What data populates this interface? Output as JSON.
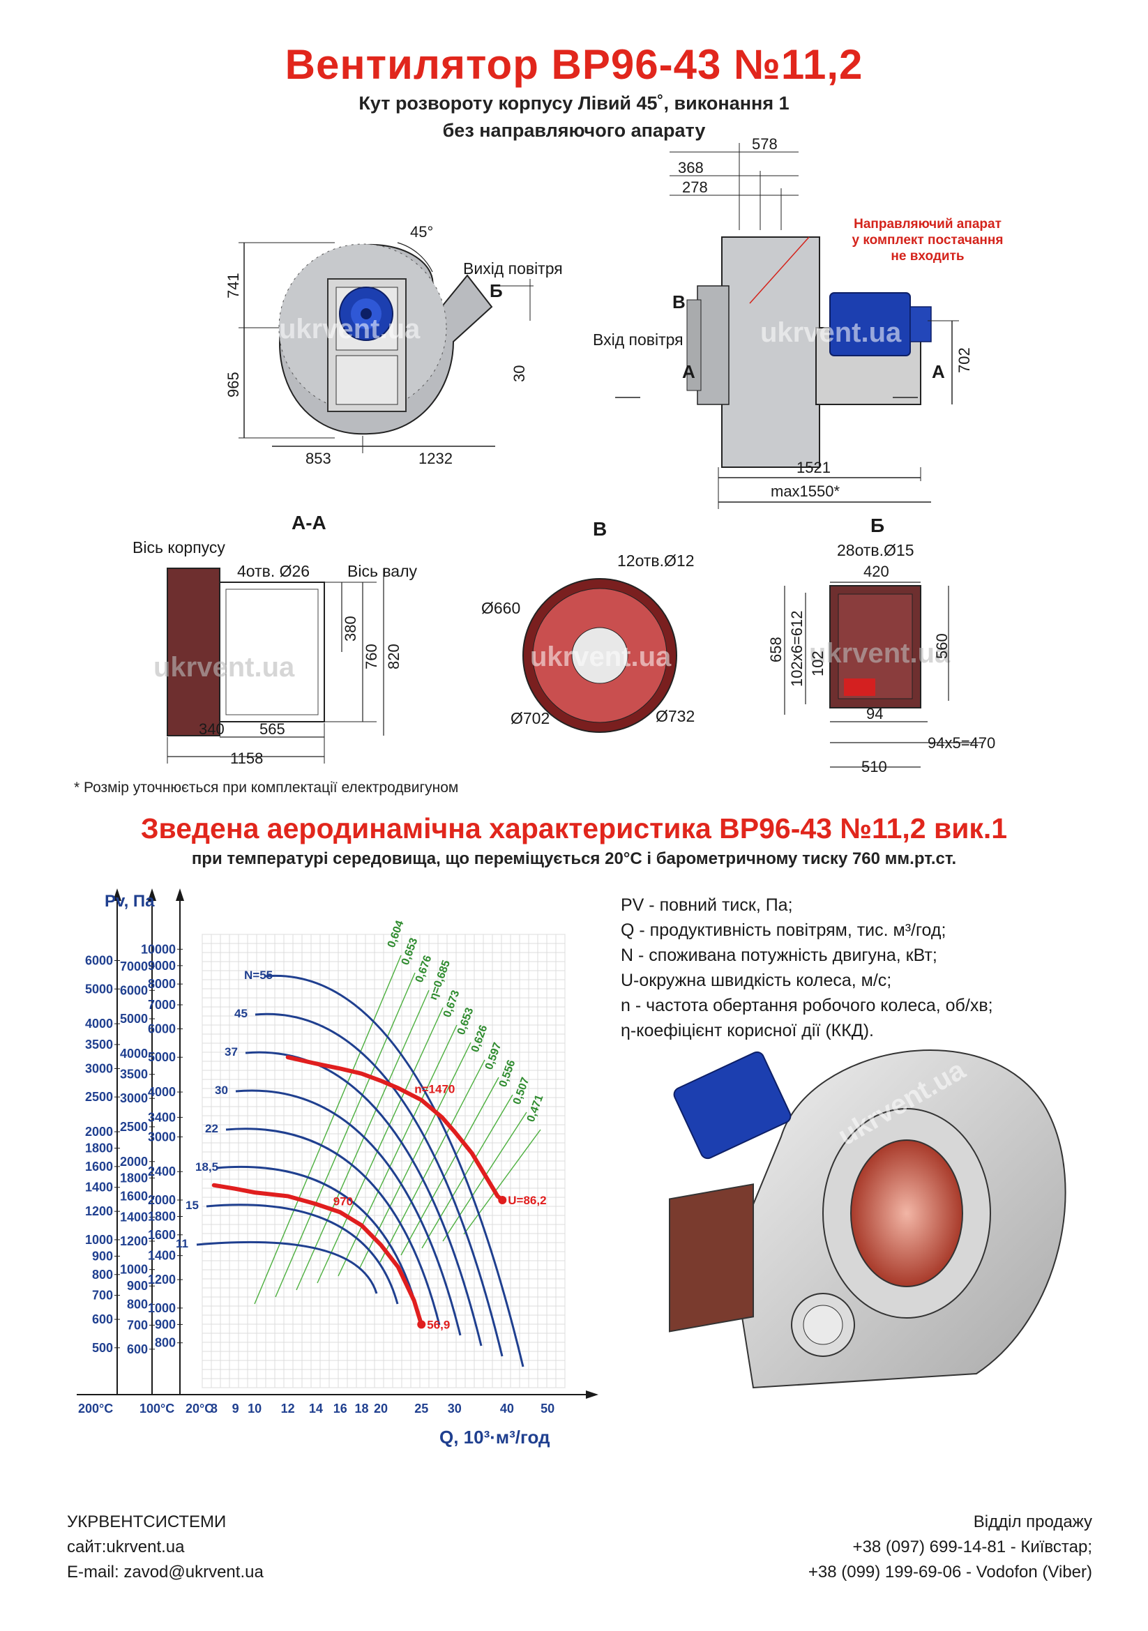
{
  "header": {
    "title": "Вентилятор  ВР96-43 №11,2",
    "subtitle1": "Кут розвороту корпусу Лівий 45˚, виконання 1",
    "subtitle2": "без направляючого апарату"
  },
  "drawing_front": {
    "angle": "45°",
    "outlet_label": "Вихід повітря",
    "section_mark": "Б",
    "dims": [
      "741",
      "965",
      "30",
      "853",
      "1232"
    ],
    "watermark": "ukrvent.ua"
  },
  "drawing_side": {
    "dims_top": [
      "578",
      "368",
      "278"
    ],
    "note_line1": "Направляючий апарат",
    "note_line2": "у комплект постачання",
    "note_line3": "не входить",
    "inlet_label": "Вхід повітря",
    "mark_b": "В",
    "mark_a_left": "А",
    "mark_a_right": "А",
    "dim_702": "702",
    "dim_1521": "1521",
    "dim_max": "max1550*",
    "watermark": "ukrvent.ua"
  },
  "section_aa": {
    "title": "А-А",
    "axis_body": "Вісь корпусу",
    "holes": "4отв. Ø26",
    "axis_shaft": "Вісь валу",
    "dims": [
      "380",
      "760",
      "820",
      "340",
      "565",
      "1158"
    ],
    "watermark": "ukrvent.ua"
  },
  "section_v": {
    "title": "В",
    "holes": "12отв.Ø12",
    "d660": "Ø660",
    "d702": "Ø702",
    "d732": "Ø732",
    "watermark": "ukrvent.ua"
  },
  "section_b": {
    "title": "Б",
    "holes": "28отв.Ø15",
    "dims": [
      "420",
      "658",
      "102x6=612",
      "102",
      "560",
      "94",
      "94x5=470",
      "510"
    ],
    "watermark": "ukrvent.ua"
  },
  "footnote": "* Розмір уточнюється при комплектації електродвигуном",
  "chart_heading": {
    "title": "Зведена аеродинамічна характеристика ВР96-43 №11,2 вик.1",
    "subtitle": "при температурі середовища, що переміщується 20°С і барометричному тиску 760 мм.рт.ст."
  },
  "legend": [
    "PV - повний тиск, Па;",
    "Q - продуктивність повітрям, тис. м³/год;",
    "N - споживана потужність двигуна, кВт;",
    "U-окружна швидкість колеса, м/с;",
    "n - частота обертання робочого колеса, об/хв;",
    "η-коефіцієнт корисної дії (ККД)."
  ],
  "chart_data": {
    "type": "line",
    "ylabel": "Pv, Па",
    "xlabel": "Q, 10³·м³/год",
    "x_log_scale": true,
    "y_log_scale": true,
    "x_temp_labels": [
      "200°C",
      "100°C",
      "20°C"
    ],
    "x_ticks": [
      8,
      9,
      10,
      12,
      14,
      16,
      18,
      20,
      25,
      30,
      40,
      50
    ],
    "y_scale_200C": [
      6000,
      5000,
      4000,
      3500,
      3000,
      2500,
      2000,
      1800,
      1600,
      1400,
      1200,
      1000,
      900,
      800,
      700,
      600,
      500
    ],
    "y_scale_100C": [
      7000,
      6000,
      5000,
      4000,
      3500,
      3000,
      2500,
      2000,
      1800,
      1600,
      1400,
      1200,
      1000,
      900,
      800,
      700,
      600
    ],
    "y_scale_20C": [
      10000,
      9000,
      8000,
      7000,
      6000,
      5000,
      4000,
      3400,
      3000,
      2400,
      2000,
      1800,
      1600,
      1400,
      1200,
      1000,
      900,
      800
    ],
    "power_labels": [
      "N=55",
      "45",
      "37",
      "30",
      "22",
      "18,5",
      "15",
      "11"
    ],
    "efficiency_labels": [
      "0,604",
      "0,653",
      "0,676",
      "η=0,685",
      "0,673",
      "0,653",
      "0,626",
      "0,597",
      "0,556",
      "0,507",
      "0,471"
    ],
    "series": [
      {
        "name": "n=1470",
        "speed_label": "U=86,2",
        "x": [
          12,
          14,
          16,
          18,
          20,
          22,
          25,
          28,
          30,
          33,
          38,
          39
        ],
        "y": [
          5000,
          4800,
          4650,
          4500,
          4300,
          4100,
          3800,
          3400,
          3100,
          2700,
          2050,
          2000
        ]
      },
      {
        "name": "970",
        "speed_label": "56,9",
        "x": [
          8,
          9,
          10,
          12,
          14,
          16,
          18,
          20,
          22,
          24,
          25
        ],
        "y": [
          2200,
          2150,
          2100,
          2050,
          1950,
          1850,
          1700,
          1500,
          1300,
          1050,
          900
        ]
      }
    ]
  },
  "footer": {
    "company": "УКРВЕНТСИСТЕМИ",
    "site": "сайт:ukrvent.ua",
    "email": "E-mail: zavod@ukrvent.ua",
    "dept": "Відділ продажу",
    "phone1": "+38 (097) 699-14-81 - Київстар;",
    "phone2": "+38 (099) 199-69-06 - Vodofon (Viber)"
  }
}
